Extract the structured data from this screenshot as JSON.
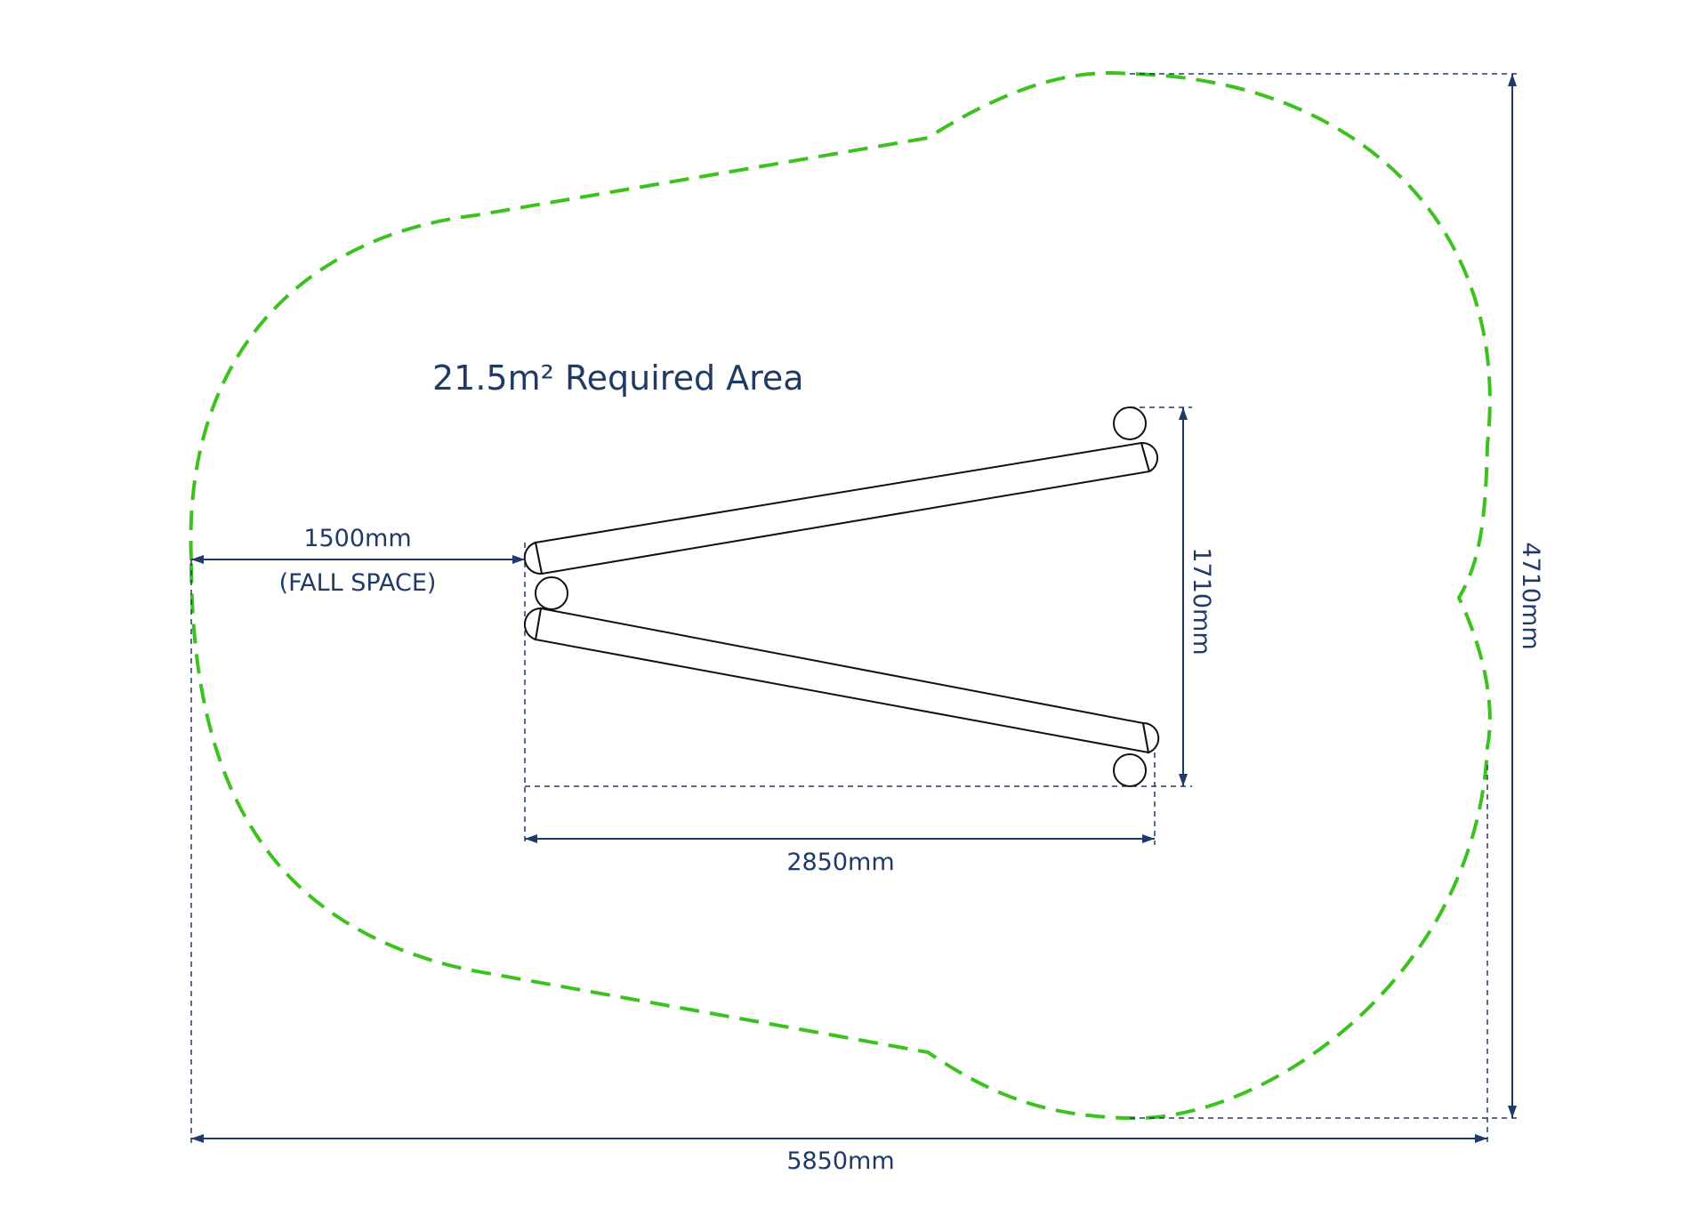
{
  "colors": {
    "boundary": "#3cc21e",
    "dimension": "#1f3a68",
    "part": "#111111",
    "background": "#ffffff"
  },
  "area_label": "21.5m² Required Area",
  "dimensions": {
    "fall_space_value": "1500mm",
    "fall_space_note": "(FALL SPACE)",
    "product_width": "2850mm",
    "product_depth": "1710mm",
    "total_width": "5850mm",
    "total_depth": "4710mm"
  }
}
